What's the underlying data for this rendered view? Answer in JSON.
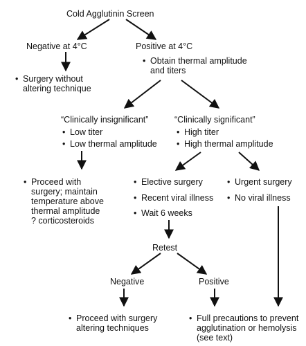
{
  "root": "Cold Agglutinin Screen",
  "negative_4c": {
    "title": "Negative at 4°C",
    "item": "Surgery without\naltering technique"
  },
  "positive_4c": {
    "title": "Positive at 4°C",
    "item": "Obtain thermal amplitude\nand titers"
  },
  "insignificant": {
    "title": "“Clinically insignificant”",
    "items": [
      "Low titer",
      "Low thermal amplitude"
    ],
    "action": "Proceed with\nsurgery; maintain\ntemperature above\nthermal amplitude\n? corticosteroids"
  },
  "significant": {
    "title": "“Clinically significant”",
    "items": [
      "High titer",
      "High thermal amplitude"
    ]
  },
  "elective": {
    "items": [
      "Elective surgery",
      "Recent viral illness",
      "Wait 6 weeks"
    ]
  },
  "urgent": {
    "items": [
      "Urgent surgery",
      "No viral illness"
    ]
  },
  "retest": "Retest",
  "retest_negative": {
    "title": "Negative",
    "item": "Proceed with surgery\naltering techniques"
  },
  "retest_positive": {
    "title": "Positive",
    "item": "Full precautions to prevent\nagglutination or hemolysis\n(see text)"
  }
}
